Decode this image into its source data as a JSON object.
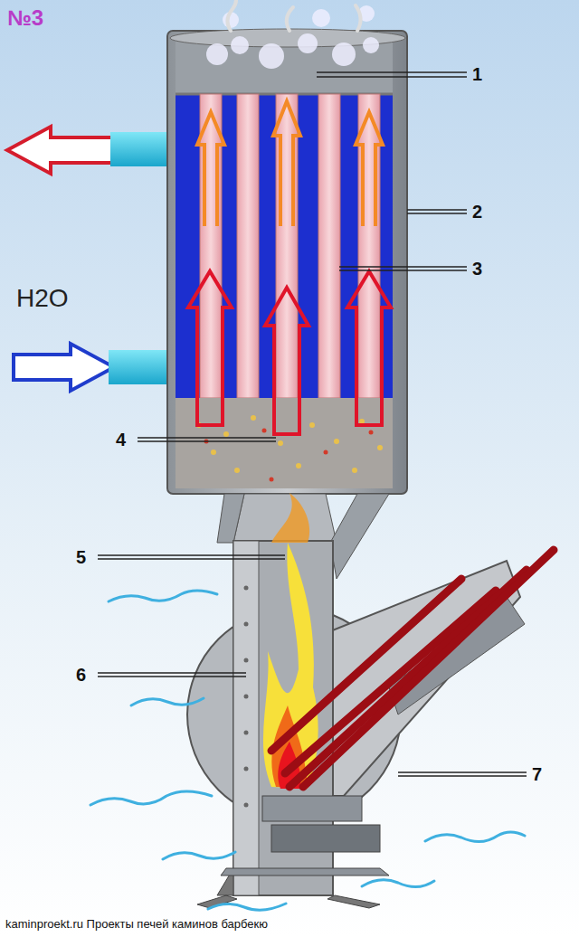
{
  "diagram": {
    "title": "№3",
    "labels": [
      "1",
      "2",
      "3",
      "4",
      "5",
      "6",
      "7",
      "H2O",
      "kaminproekt.ru Проекты печей каминов барбекю"
    ]
  }
}
